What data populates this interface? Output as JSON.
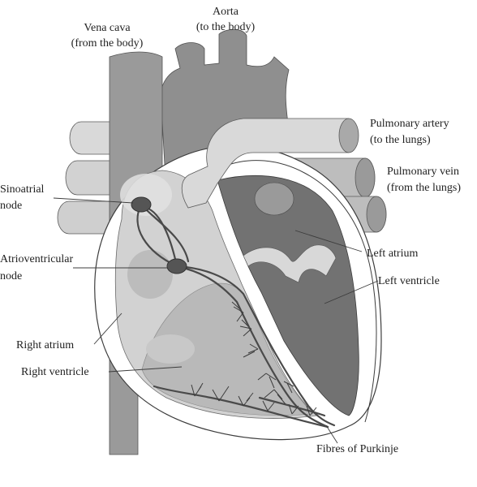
{
  "labels": {
    "vena_cava_1": "Vena cava",
    "vena_cava_2": "(from the body)",
    "aorta_1": "Aorta",
    "aorta_2": "(to the body)",
    "pulmonary_artery_1": "Pulmonary artery",
    "pulmonary_artery_2": "(to the lungs)",
    "pulmonary_vein_1": "Pulmonary vein",
    "pulmonary_vein_2": "(from the lungs)",
    "sinoatrial_1": "Sinoatrial",
    "sinoatrial_2": "node",
    "atrioventricular_1": "Atrioventricular",
    "atrioventricular_2": "node",
    "left_atrium": "Left atrium",
    "left_ventricle": "Left ventricle",
    "right_atrium": "Right atrium",
    "right_ventricle": "Right ventricle",
    "purkinje": "Fibres of Purkinje"
  },
  "colors": {
    "vessel_dark": "#8c8c8c",
    "vessel_light": "#d4d4d4",
    "chamber_light": "#c9c9c9",
    "chamber_dark": "#6e6e6e",
    "wall": "#ffffff",
    "outline": "#3c3c3c",
    "conduction": "#4a4a4a",
    "node": "#555555"
  }
}
